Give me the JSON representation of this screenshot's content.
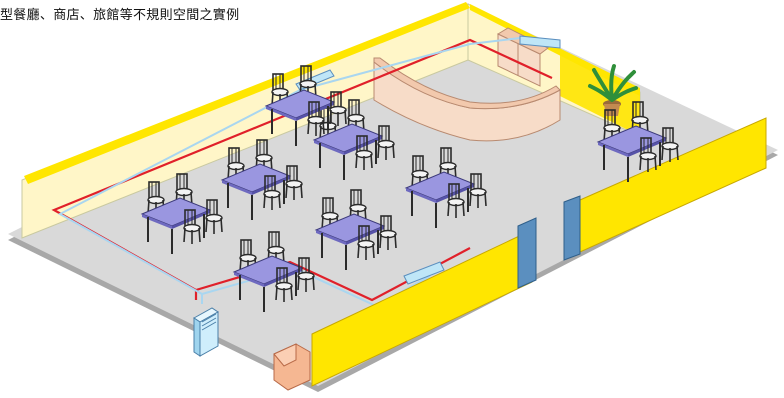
{
  "caption": "型餐廳、商店、旅館等不規則空間之實例",
  "colors": {
    "floor": "#d9d9d9",
    "floor_edge": "#a8a8a8",
    "wall_yellow": "#ffe600",
    "wall_back": "#fff6c8",
    "counter": "#f7dcc8",
    "table_top": "#9a96e0",
    "chair": "#2b2b2b",
    "refrigerant_red": "#e0202a",
    "pipe_blue": "#a9d6f0",
    "indoor_unit": "#bfe6f7",
    "outdoor_unit": "#cfeefc",
    "door": "#5b8fbf",
    "plant": "#2f8f3a",
    "sofa": "#f5b792"
  },
  "icons": {
    "outdoor_unit": "outdoor-condenser-icon",
    "indoor_unit": "ceiling-indoor-unit-icon",
    "plant": "potted-plant-icon",
    "door": "door-icon",
    "table": "dining-table-icon",
    "chair": "chair-icon",
    "sofa": "sofa-icon"
  },
  "tables": [
    {
      "id": "t1"
    },
    {
      "id": "t2"
    },
    {
      "id": "t3"
    },
    {
      "id": "t4"
    },
    {
      "id": "t5"
    },
    {
      "id": "t6"
    },
    {
      "id": "t7"
    },
    {
      "id": "t8"
    }
  ]
}
